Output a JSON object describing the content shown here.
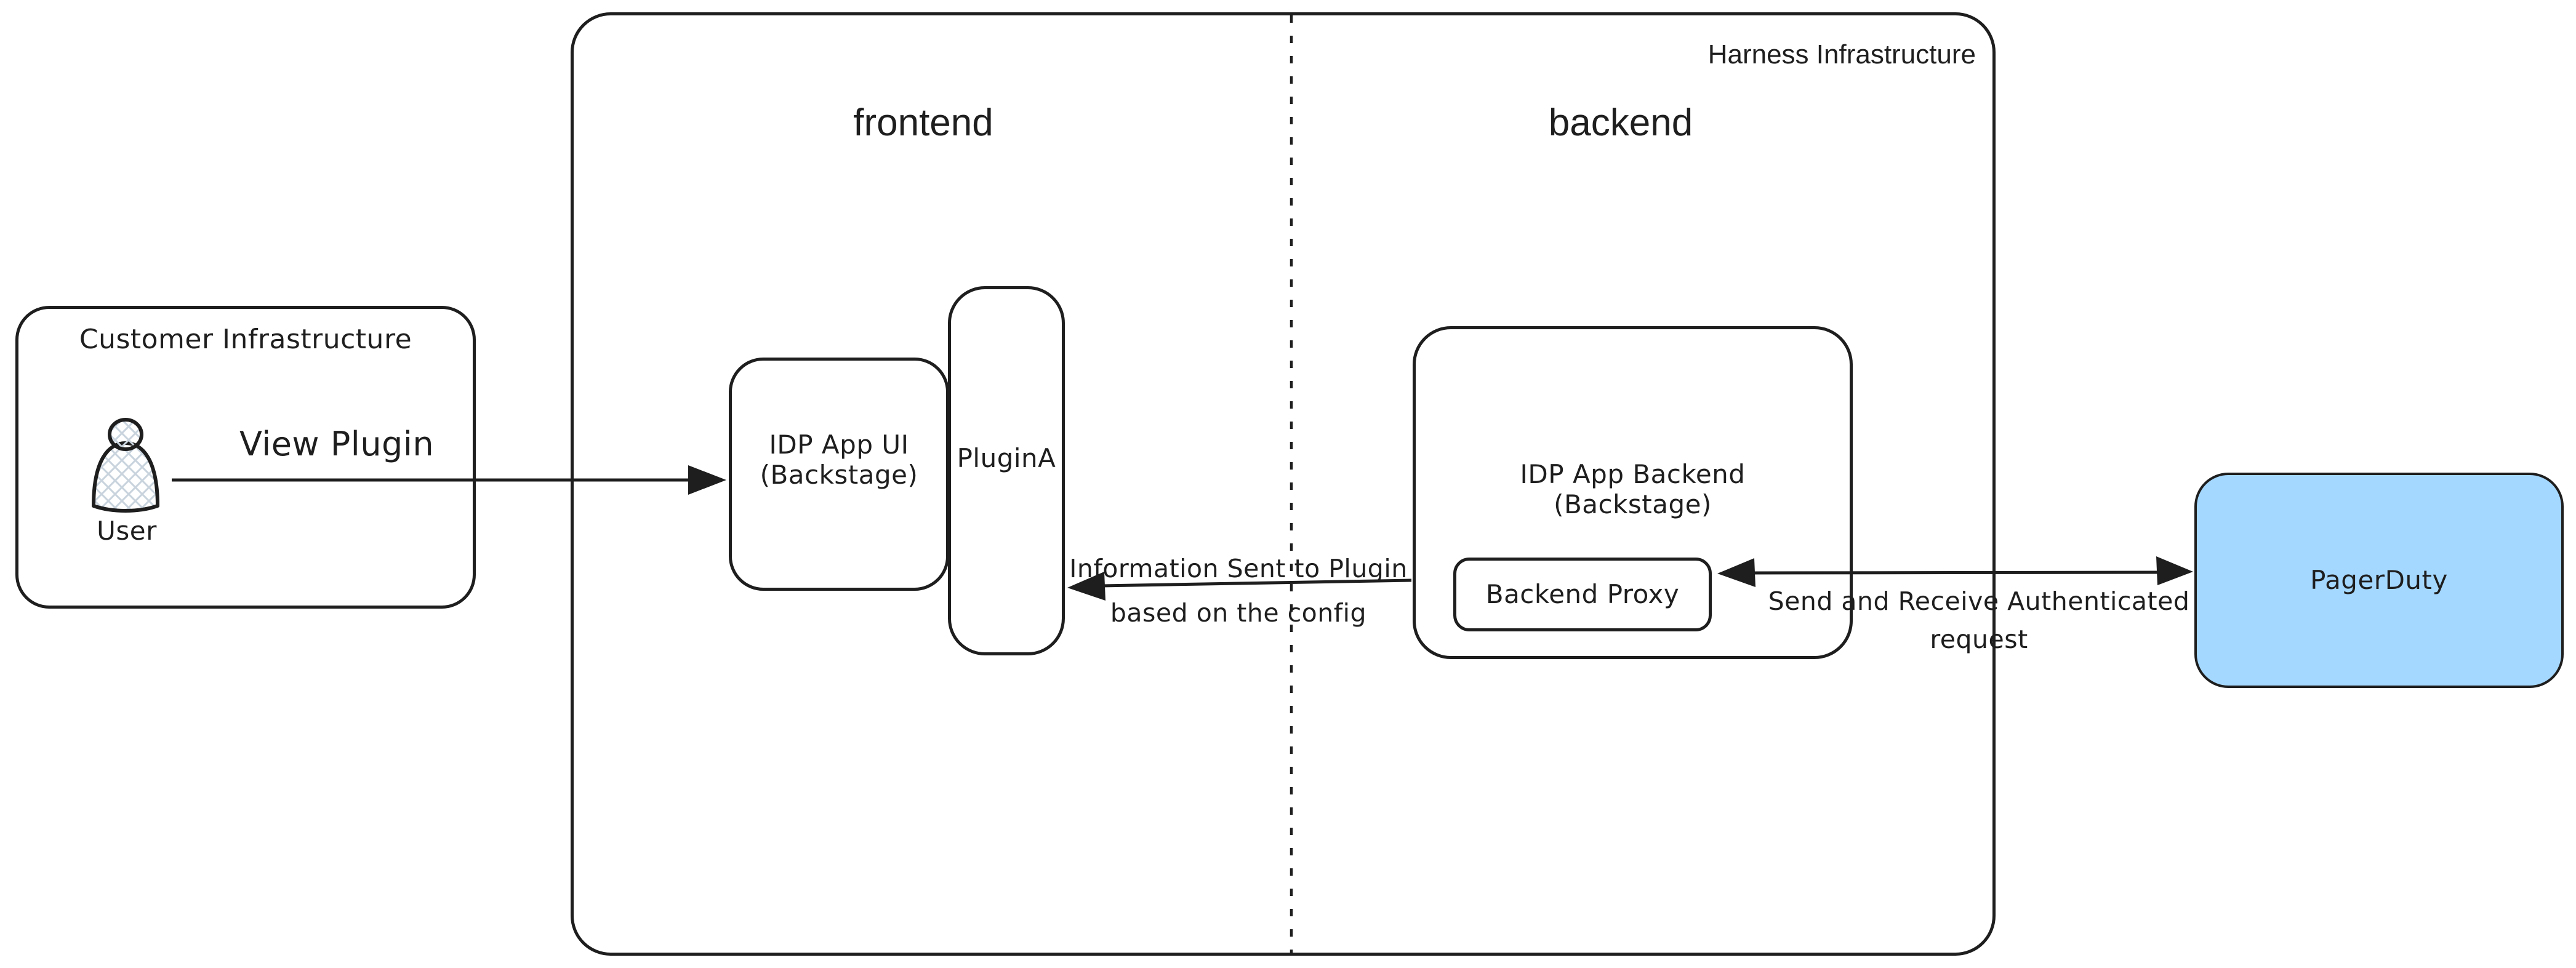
{
  "diagram": {
    "type": "architecture-sketch",
    "background": "#ffffff"
  },
  "colors": {
    "stroke": "#1e1e1e",
    "pagerduty_fill": "#a5d8ff",
    "crosshatch_fill": "#c8d3dd"
  },
  "icons": {
    "user": "person-silhouette-icon"
  },
  "customer_infrastructure": {
    "title": "Customer Infrastructure",
    "user_label": "User"
  },
  "harness_infrastructure": {
    "title": "Harness Infrastructure",
    "frontend_label": "frontend",
    "backend_label": "backend"
  },
  "nodes": {
    "idp_app_ui": {
      "label": "IDP App UI",
      "sublabel": "(Backstage)"
    },
    "plugin_a": {
      "label": "PluginA"
    },
    "idp_app_backend": {
      "label": "IDP App Backend",
      "sublabel": "(Backstage)"
    },
    "backend_proxy": {
      "label": "Backend Proxy"
    },
    "pagerduty": {
      "label": "PagerDuty"
    }
  },
  "edges": {
    "view_plugin": {
      "label": "View Plugin",
      "from": "User",
      "to": "IDP App UI (Backstage)",
      "direction": "right"
    },
    "info_sent": {
      "label_line1": "Information Sent to Plugin",
      "label_line2": "based on the config",
      "from": "IDP App Backend (Backstage)",
      "to": "PluginA",
      "direction": "left"
    },
    "auth_request": {
      "label_line1": "Send and Receive Authenticated",
      "label_line2": "request",
      "from": "Backend Proxy",
      "to": "PagerDuty",
      "direction": "both"
    }
  }
}
